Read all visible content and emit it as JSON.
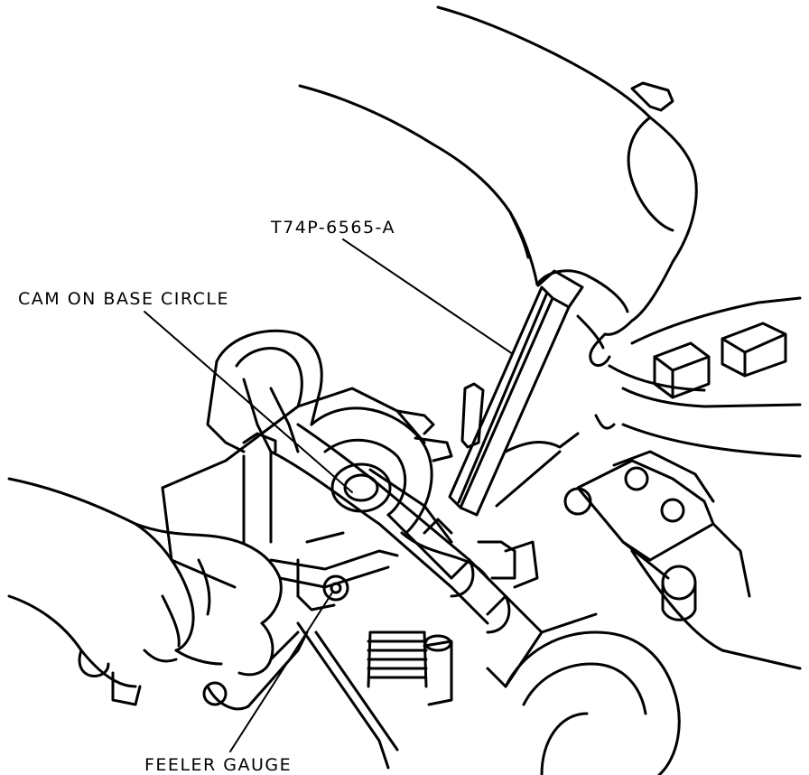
{
  "figure": {
    "labels": {
      "tool": "T74P-6565-A",
      "cam": "CAM ON BASE CIRCLE",
      "feeler": "FEELER GAUGE"
    }
  }
}
